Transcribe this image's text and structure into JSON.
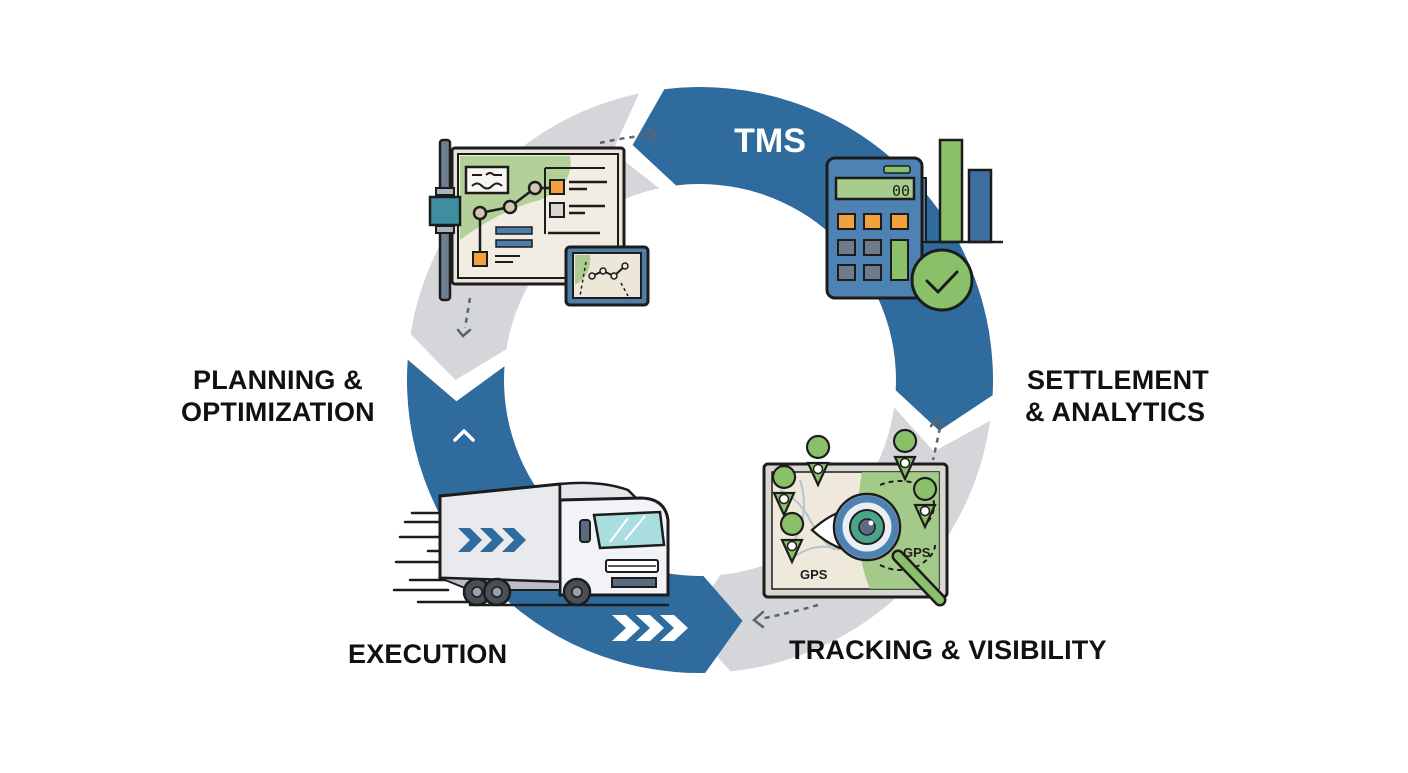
{
  "diagram": {
    "title": "TMS",
    "colors": {
      "primary_blue": "#2f6b9c",
      "ring_gray": "#d4d6da",
      "accent_green": "#8bc06a",
      "accent_orange": "#f2a23c",
      "text": "#111111",
      "arrow_gray": "#5b6470"
    },
    "stages": [
      {
        "id": "planning",
        "lines": [
          "PLANNING &",
          "OPTIMIZATION"
        ],
        "icon": "route-planning-board-icon"
      },
      {
        "id": "settlement",
        "lines": [
          "SETTLEMENT",
          "& ANALYTICS"
        ],
        "icon": "calculator-analytics-icon"
      },
      {
        "id": "tracking",
        "lines": [
          "TRACKING & VISIBILITY"
        ],
        "icon": "gps-map-magnifier-icon"
      },
      {
        "id": "execution",
        "lines": [
          "EXECUTION"
        ],
        "icon": "delivery-truck-icon"
      }
    ],
    "gps_labels": [
      "GPS",
      "GPS"
    ],
    "calculator_display": "00"
  }
}
